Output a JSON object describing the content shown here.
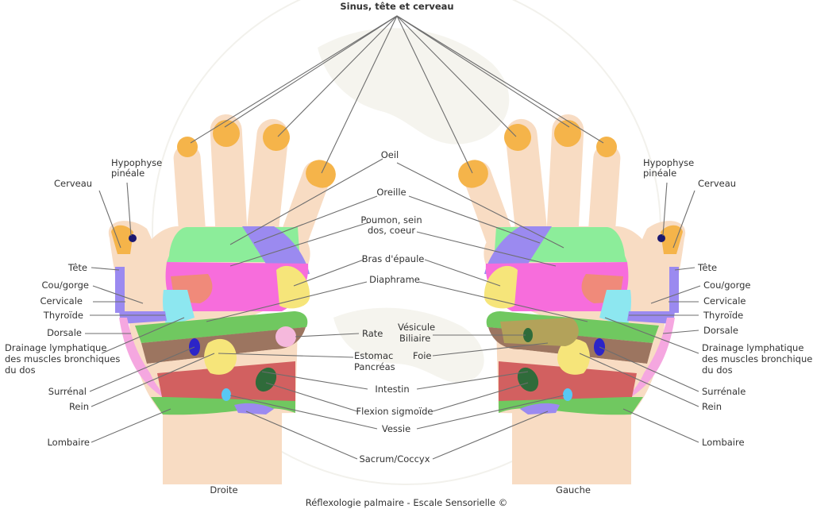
{
  "caption": "Réflexologie palmaire - Escale Sensorielle ©",
  "hands": {
    "right": "Droite",
    "left": "Gauche"
  },
  "labels": {
    "sinus": "Sinus, tête et cerveau",
    "oeil": "Oeil",
    "oreille": "Oreille",
    "poumon_1": "Poumon, sein",
    "poumon_2": "dos, coeur",
    "bras": "Bras d'épaule",
    "diaphragme": "Diaphrame",
    "rate": "Rate",
    "vesicule_1": "Vésicule",
    "vesicule_2": "Biliaire",
    "estomac_1": "Estomac",
    "estomac_2": "Pancréas",
    "foie": "Foie",
    "intestin": "Intestin",
    "flexion": "Flexion sigmoïde",
    "vessie": "Vessie",
    "sacrum": "Sacrum/Coccyx",
    "hypophyse_1": "Hypophyse",
    "hypophyse_2": "pinéale",
    "cerveau": "Cerveau",
    "tete": "Tête",
    "cou": "Cou/gorge",
    "cervicale": "Cervicale",
    "thyroide": "Thyroïde",
    "dorsale": "Dorsale",
    "drainage_1": "Drainage lymphatique",
    "drainage_2": "des muscles bronchiques",
    "drainage_3": "du dos",
    "surrenal_right": "Surrénal",
    "surrenal_left": "Surrénale",
    "rein": "Rein",
    "lombaire": "Lombaire"
  },
  "colors": {
    "skin": "#f8dcc3",
    "nail": "#f5b44a",
    "green": "#8ced9a",
    "purple": "#9b8af0",
    "pink": "#f76ddc",
    "salmon": "#f08a7a",
    "yellow": "#f6e57a",
    "cyan": "#8de7f0",
    "brown": "#9c7560",
    "olive": "#b3a25a",
    "dark_green": "#2f6b3a",
    "red": "#d26060",
    "lime": "#70c860",
    "blue": "#2c24c8",
    "dot": "#1a1870",
    "light_pink": "#f5b8dc",
    "light_blue": "#58c8f4"
  }
}
